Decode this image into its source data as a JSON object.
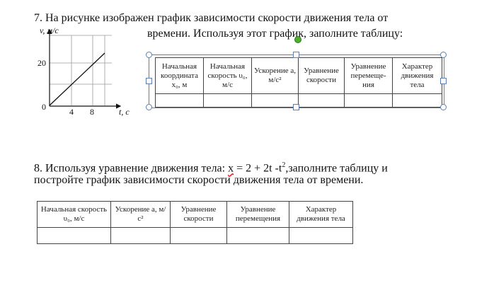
{
  "q7": {
    "line1": "7. На рисунке изображен график зависимости скорости движения тела от",
    "line2": "времени. Используя этот график, заполните таблицу:",
    "graph": {
      "y_label": "v, м/с",
      "y_tick": "20",
      "origin": "0",
      "x_ticks": [
        "4",
        "8"
      ],
      "x_label": "t, с"
    },
    "table": {
      "headers": [
        "Начальная координата x₀, м",
        "Начальная скорость υ₀, м/с",
        "Ускорение a, м/с²",
        "Уравнение скорости",
        "Уравнение перемеще-ния",
        "Характер движения тела"
      ]
    }
  },
  "q8": {
    "prefix": "8. Используя уравнение движения тела: ",
    "var": "x",
    "eq_mid": " = 2 + 2t -t",
    "sup": "2",
    "suffix": ",заполните таблицу и",
    "line2": "постройте график зависимости скорости движения тела от времени.",
    "table": {
      "headers": [
        "Начальная скорость υ₀, м/с",
        "Ускорение a, м/с²",
        "Уравнение скорости",
        "Уравнение перемещения",
        "Характер движения тела"
      ]
    }
  },
  "colors": {
    "handle": "#5b7fb5",
    "rotate_handle": "#4caf2f",
    "spell_underline": "#d22222"
  }
}
